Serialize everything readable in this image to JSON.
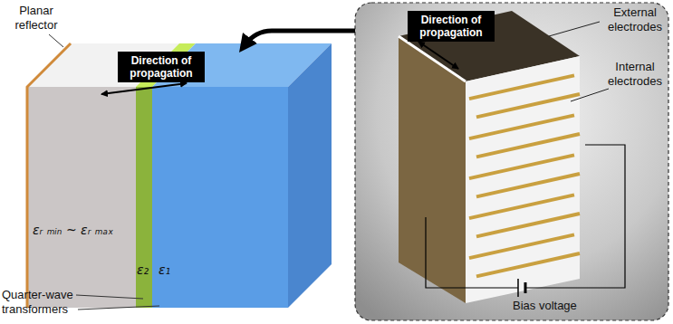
{
  "diagram": {
    "nodes": [
      {
        "text": [
          "Direction of propagation"
        ]
      },
      {
        "text": [
          "Direction of propagation"
        ]
      }
    ],
    "labels": [
      "Planar reflector",
      "εᵣ ₘᵢₙ ~ εᵣ ₘₐₓ",
      "ε₂",
      "ε₁",
      "Quarter-wave transformers",
      "External electrodes",
      "Internal electrodes",
      "Bias voltage"
    ]
  }
}
